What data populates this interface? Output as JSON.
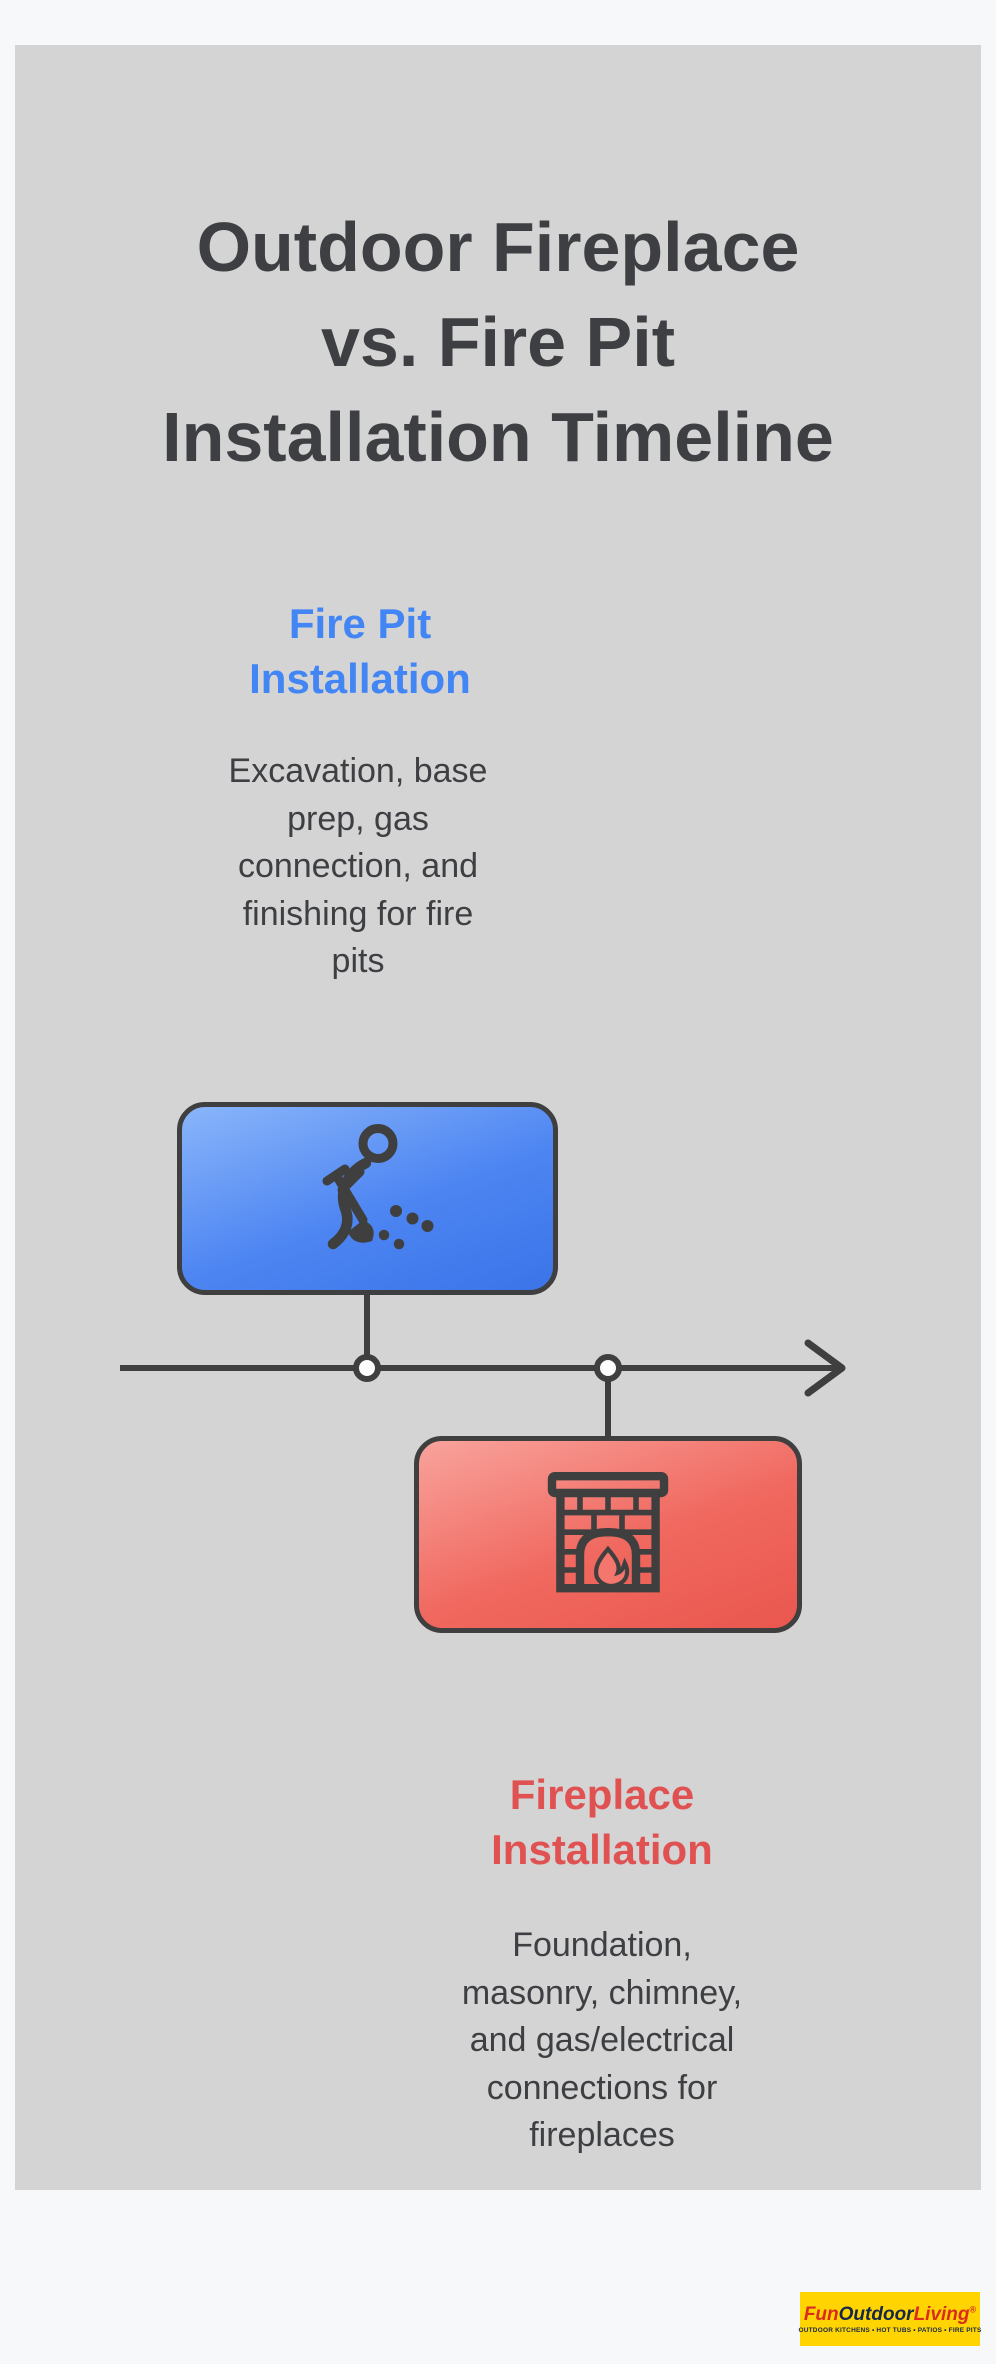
{
  "page": {
    "title": "Outdoor Fireplace\nvs. Fire Pit\nInstallation Timeline",
    "panel_background": "#d4d4d4",
    "outer_background": "#f7f8f9",
    "line_color": "#3f3f3f"
  },
  "fire_pit": {
    "label": "Fire Pit\nInstallation",
    "description": "Excavation, base\nprep, gas\nconnection, and\nfinishing for fire\npits",
    "accent_color": "#4285f4",
    "box_gradient_start": "#8ab5fa",
    "box_gradient_end": "#3a74e8",
    "icon": "digging-person-icon"
  },
  "fireplace": {
    "label": "Fireplace\nInstallation",
    "description": "Foundation,\nmasonry, chimney,\nand gas/electrical\nconnections for\nfireplaces",
    "accent_color": "#e05252",
    "box_gradient_start": "#f8a39c",
    "box_gradient_end": "#ea574e",
    "icon": "fireplace-icon"
  },
  "footer": {
    "brand_part1": "Fun",
    "brand_part2": "Outdoor",
    "brand_part3": "Living",
    "brand_reg": "®",
    "tagline": "OUTDOOR KITCHENS • HOT TUBS • PATIOS • FIRE PITS",
    "background_color": "#ffd400"
  }
}
